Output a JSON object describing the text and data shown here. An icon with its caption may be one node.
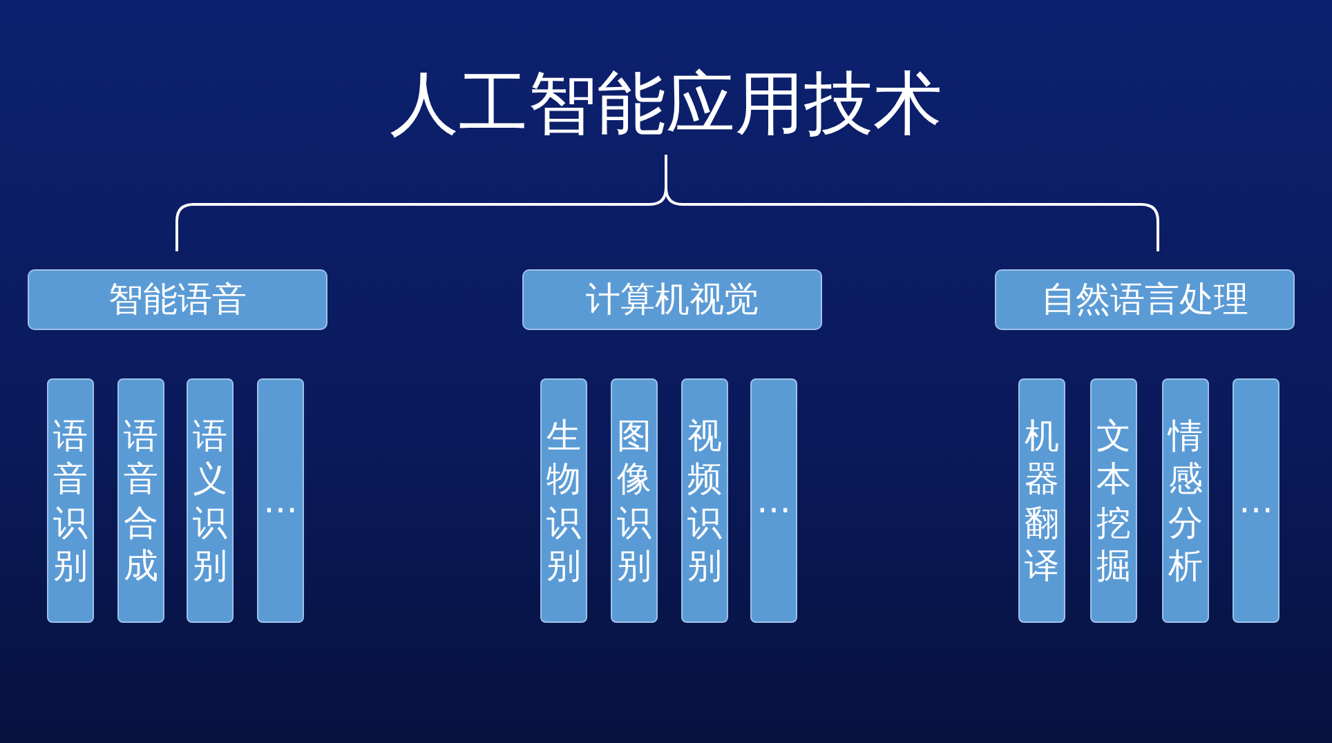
{
  "diagram": {
    "title": "人工智能应用技术",
    "nodes": [
      {
        "text": [
          "智能语音"
        ]
      },
      {
        "text": [
          "计算机视觉"
        ]
      },
      {
        "text": [
          "自然语言处理"
        ]
      },
      {
        "text": [
          "语音识别"
        ]
      },
      {
        "text": [
          "语音合成"
        ]
      },
      {
        "text": [
          "语义识别"
        ]
      },
      {
        "text": [
          "…"
        ]
      },
      {
        "text": [
          "生物识别"
        ]
      },
      {
        "text": [
          "图像识别"
        ]
      },
      {
        "text": [
          "视频识别"
        ]
      },
      {
        "text": [
          "…"
        ]
      },
      {
        "text": [
          "机器翻译"
        ]
      },
      {
        "text": [
          "文本挖掘"
        ]
      },
      {
        "text": [
          "情感分析"
        ]
      },
      {
        "text": [
          "…"
        ]
      }
    ]
  }
}
